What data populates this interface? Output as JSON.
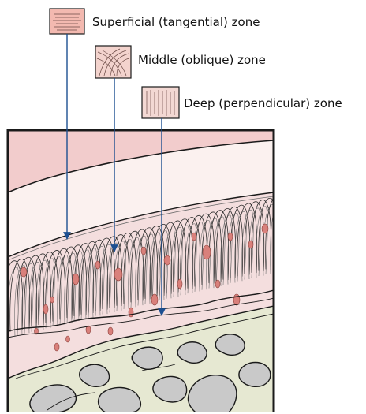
{
  "zones": [
    {
      "id": "superficial",
      "label": "Superficial (tangential) zone"
    },
    {
      "id": "middle",
      "label": "Middle (oblique) zone"
    },
    {
      "id": "deep",
      "label": "Deep (perpendicular) zone"
    }
  ],
  "colors": {
    "arrow": "#1d4f91",
    "outline": "#1a1a1a",
    "cartilage": "#f4dede",
    "joint_space": "#fbf1ef",
    "upper_surface": "#f2cccc",
    "cell_fill": "#d9807b",
    "bone": "#e6e8d2",
    "bone_cavity": "#c9c9c9",
    "legend_superficial": "#f3b9b0",
    "legend_middle": "#f3d3cd",
    "legend_deep": "#f3d8d3"
  }
}
